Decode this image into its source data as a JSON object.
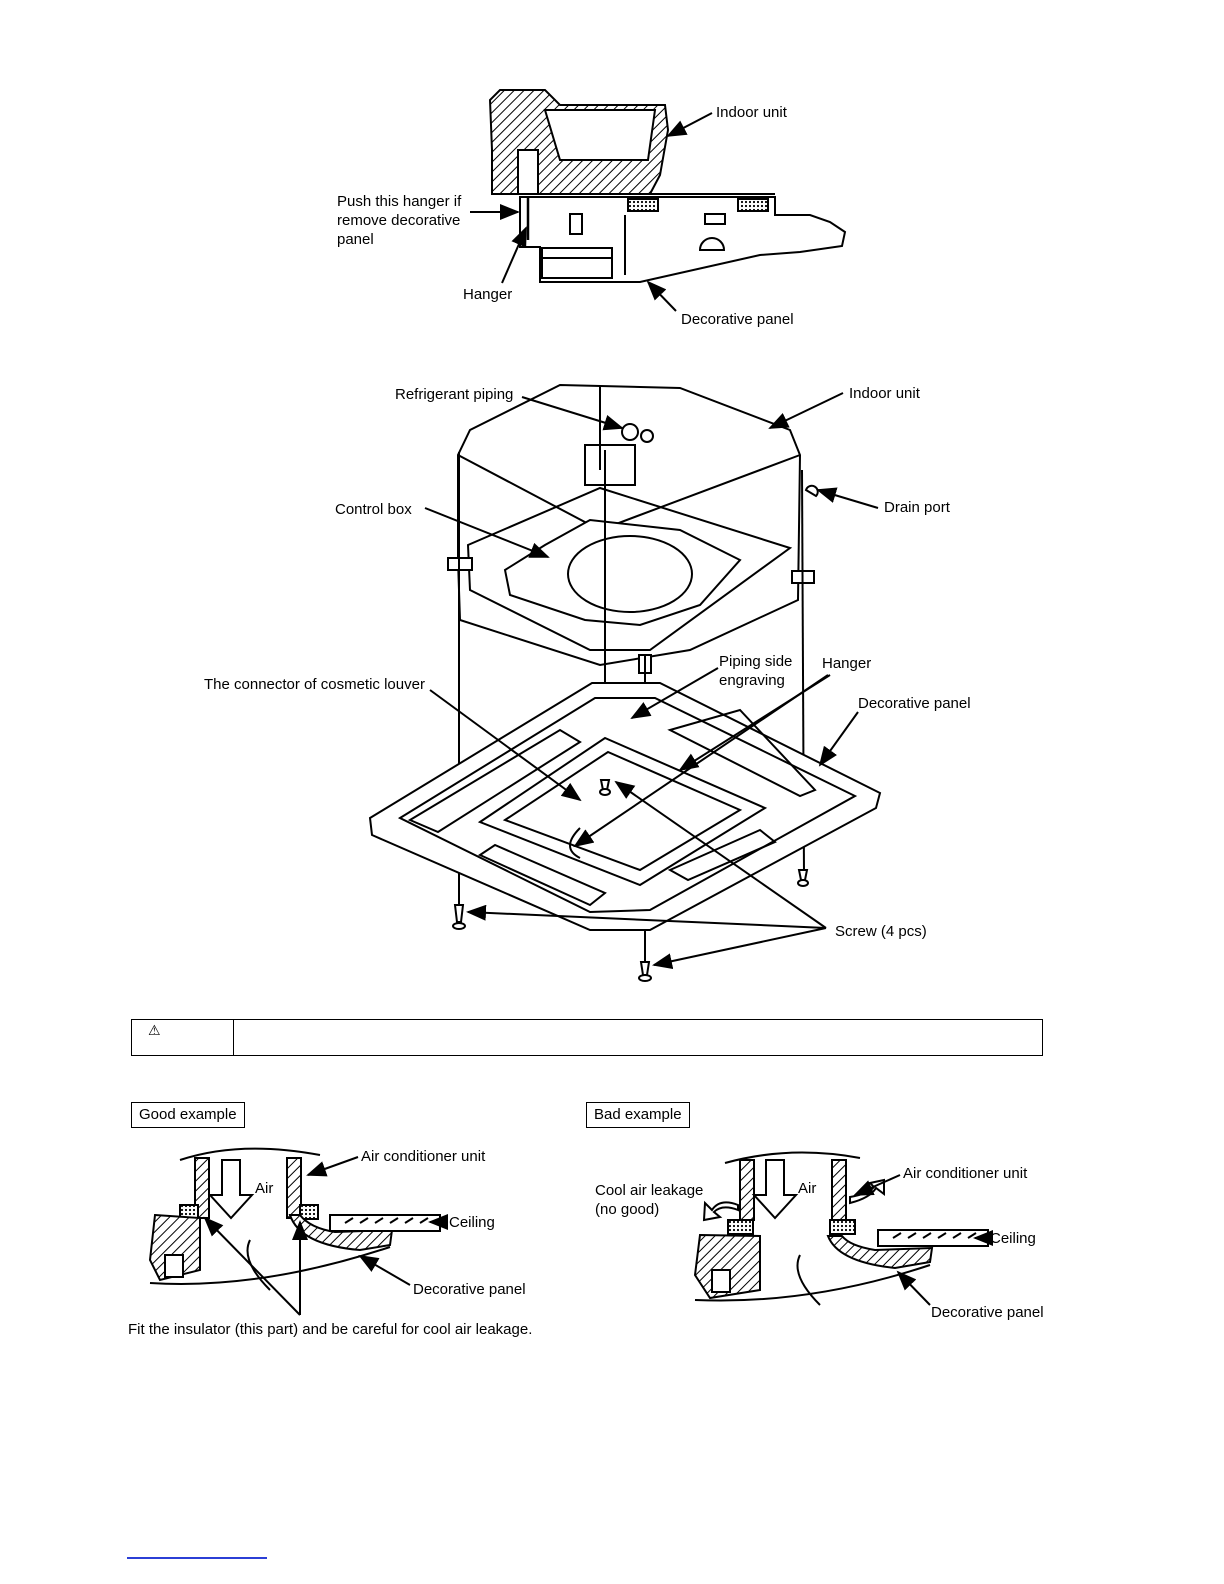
{
  "figure1": {
    "indoor_unit": "Indoor unit",
    "push_hanger": "Push this hanger if\nremove decorative\npanel",
    "hanger": "Hanger",
    "decorative_panel": "Decorative panel"
  },
  "figure2": {
    "refrigerant_piping": "Refrigerant piping",
    "indoor_unit": "Indoor unit",
    "drain_port": "Drain port",
    "control_box": "Control box",
    "connector_louver": "The connector of cosmetic louver",
    "piping_side_engraving": "Piping side\nengraving",
    "hanger": "Hanger",
    "decorative_panel": "Decorative panel",
    "screw": "Screw (4 pcs)"
  },
  "warning": {
    "icon": "warning-triangle-icon",
    "glyph": "⚠"
  },
  "good_example": {
    "title": "Good example",
    "air_conditioner_unit": "Air conditioner unit",
    "air": "Air",
    "ceiling": "Ceiling",
    "decorative_panel": "Decorative panel",
    "note": "Fit the insulator (this part) and be careful for cool air leakage."
  },
  "bad_example": {
    "title": "Bad example",
    "cool_air_leakage": "Cool air leakage\n(no good)",
    "air": "Air",
    "air_conditioner_unit": "Air conditioner unit",
    "ceiling": "Ceiling",
    "decorative_panel": "Decorative panel"
  }
}
